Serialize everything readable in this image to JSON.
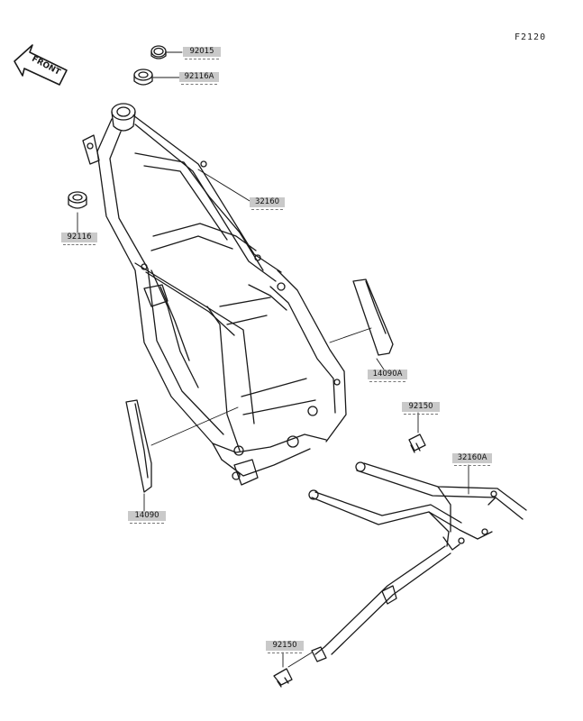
{
  "figure_code": "F2120",
  "front_indicator": {
    "text": "FRONT"
  },
  "parts": {
    "bolt_upper": "92015",
    "collar_upper": "92116A",
    "frame": "32160",
    "collar_left": "92116",
    "guard_right": "14090A",
    "guard_left": "14090",
    "bolt_right": "92150",
    "subframe": "32160A",
    "bolt_lower": "92150"
  }
}
